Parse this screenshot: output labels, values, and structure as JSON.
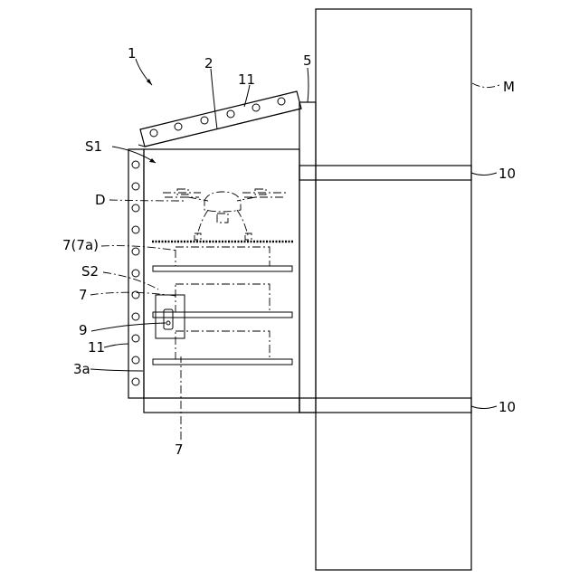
{
  "labels": {
    "fig_ref": "1",
    "cover": "2",
    "solar_cover": "11",
    "post": "5",
    "building": "M",
    "bracket_upper": "10",
    "bracket_lower": "10",
    "space_upper": "S1",
    "drone": "D",
    "shelf_7a": "7(7a)",
    "space_lower": "S2",
    "shelf_7": "7",
    "lock": "9",
    "solar_side": "11",
    "wall_3a": "3a",
    "shelf_7_bottom": "7"
  }
}
